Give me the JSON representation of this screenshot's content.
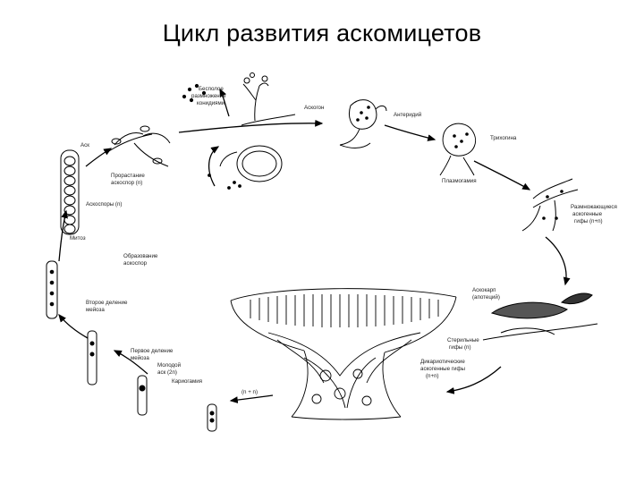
{
  "title": "Цикл развития аскомицетов",
  "labels": {
    "asexual_reproduction": [
      "Бесполое",
      "размножение",
      "конидиями"
    ],
    "ascogon": "Аскогон",
    "antheridium": "Антеридий",
    "trichogyne": "Трихогина",
    "plasmogamy": "Плазмогамия",
    "dikaryotic_hyphae": [
      "Размножающиеся",
      "аскогенные",
      "гифы (n+n)"
    ],
    "ascocarp": [
      "Аскокарп",
      "(апотеций)"
    ],
    "sterile_hyphae": [
      "Стерильные",
      "гифы (n)"
    ],
    "dikaryotic_ascogenous": [
      "Дикариотические",
      "аскогенные гифы",
      "(n+n)"
    ],
    "n_plus_n": "(n + n)",
    "karyogamy": "Кариогамия",
    "young_ascus": [
      "Молодой",
      "аск (2n)"
    ],
    "first_meiosis": [
      "Первое деление",
      "мейоза"
    ],
    "second_meiosis": [
      "Второе деление",
      "мейоза"
    ],
    "mitosis": "Митоз",
    "ascospores": "Аскоспоры (n)",
    "ascus": "Аск",
    "germinating_ascospore": [
      "Прорастание",
      "аскоспор (n)"
    ],
    "ascospore_formation": [
      "Образование",
      "аскоспор"
    ]
  }
}
